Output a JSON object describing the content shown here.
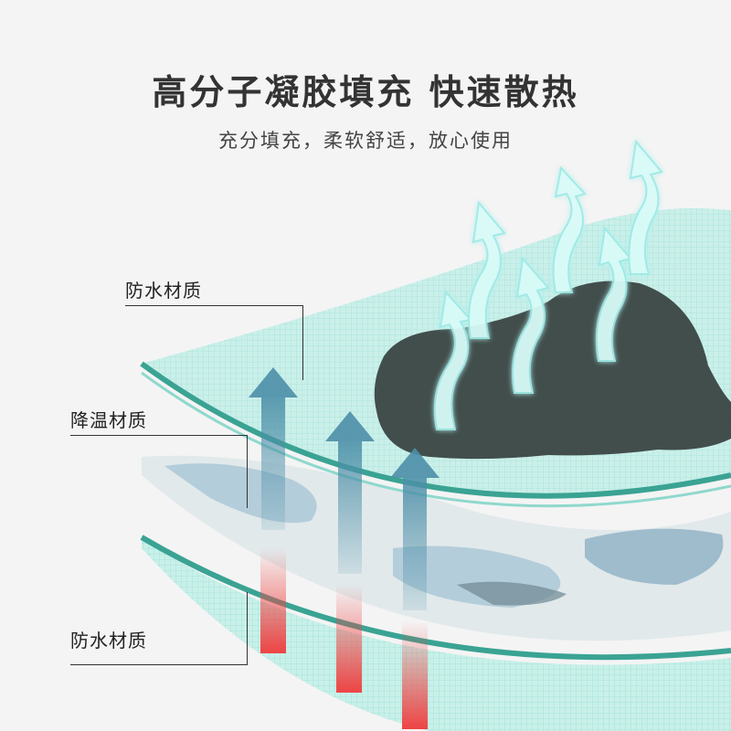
{
  "header": {
    "title": "高分子凝胶填充 快速散热",
    "subtitle": "充分填充，柔软舒适，放心使用"
  },
  "layers": {
    "top_label": "防水材质",
    "middle_label": "降温材质",
    "bottom_label": "防水材质"
  },
  "colors": {
    "background": "#f4f4f4",
    "layer_fill": "#bfeee6",
    "layer_edge": "#3aa393",
    "blue_arrow": "#4d8fa8",
    "red_arrow": "#ee4444",
    "cool_arrow": "#b6f2f0",
    "pet": "#3a4443"
  }
}
